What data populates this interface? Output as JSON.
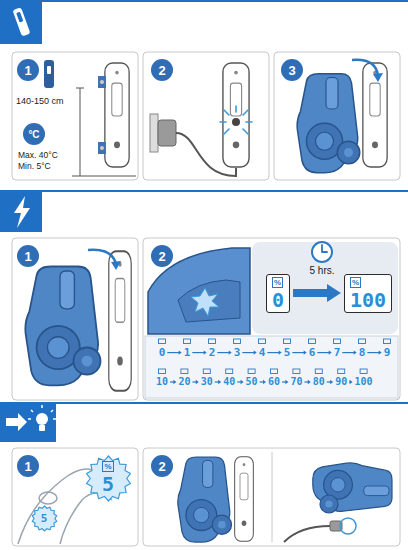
{
  "diagram": {
    "nodes": [
      {
        "text": [
          "1"
        ]
      },
      {
        "text": [
          "°C"
        ]
      },
      {
        "text": [
          "2"
        ]
      },
      {
        "text": [
          "3"
        ]
      },
      {
        "text": [
          "1"
        ]
      },
      {
        "text": [
          "2"
        ]
      },
      {
        "text": [
          "%",
          "0"
        ]
      },
      {
        "text": [
          "%",
          "100"
        ]
      },
      {
        "text": [
          "1"
        ]
      },
      {
        "text": [
          "2"
        ]
      },
      {
        "text": [
          "%",
          "5"
        ]
      },
      {
        "text": [
          "5"
        ]
      }
    ],
    "edges": [
      {
        "from": 6,
        "to": 7,
        "arrow": "to"
      }
    ],
    "labels": [
      "140-150 cm",
      "Max. 40°C",
      "Min. 5°C",
      "5 hrs.",
      "0",
      "1",
      "2",
      "3",
      "4",
      "5",
      "6",
      "7",
      "8",
      "9",
      "10",
      "20",
      "30",
      "40",
      "50",
      "60",
      "70",
      "80",
      "90",
      "100"
    ]
  }
}
